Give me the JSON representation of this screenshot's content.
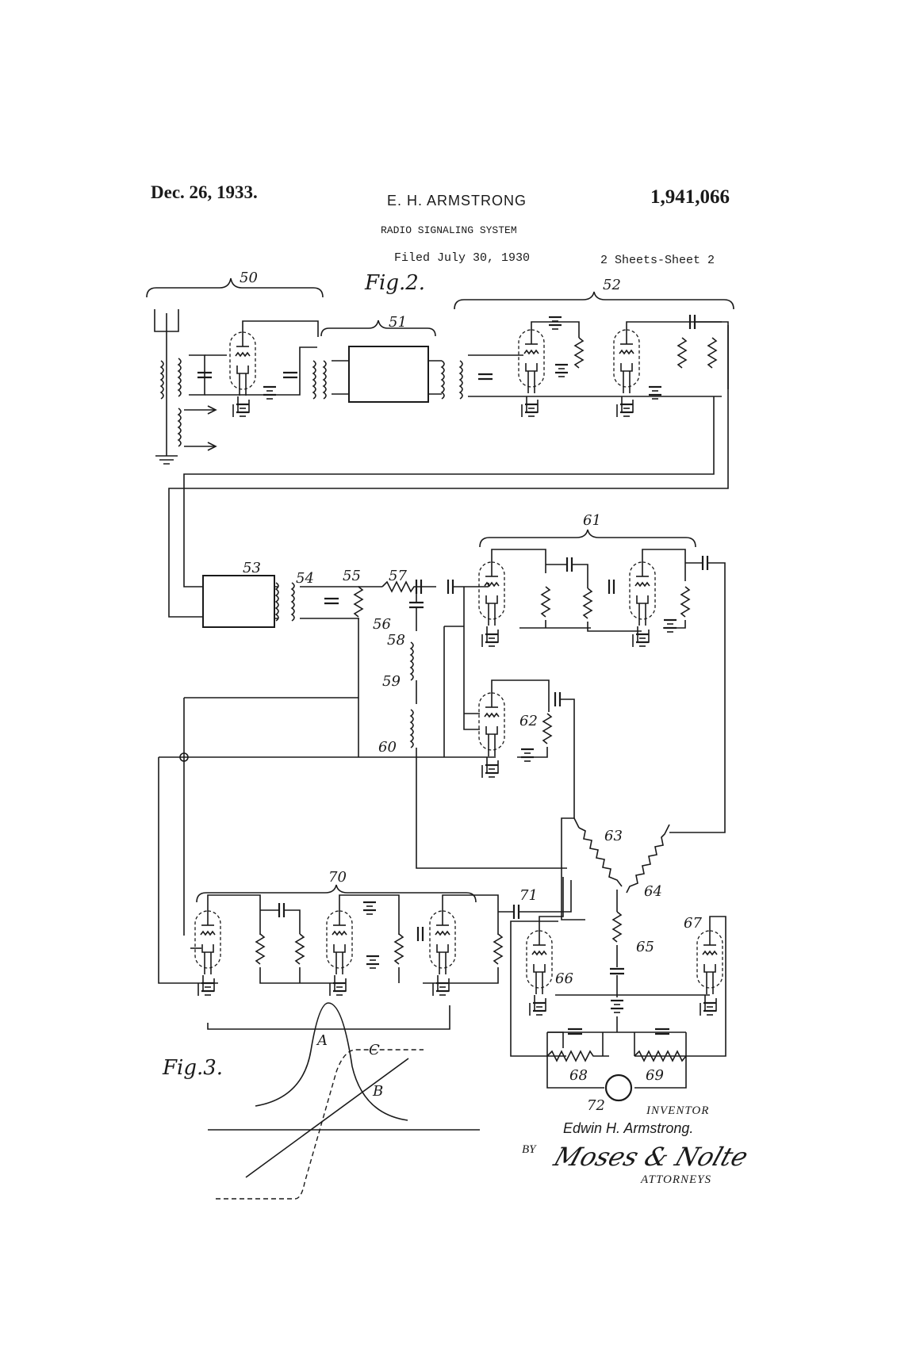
{
  "header": {
    "date": "Dec. 26, 1933.",
    "inventor": "E. H. ARMSTRONG",
    "patent_number": "1,941,066",
    "title": "RADIO SIGNALING SYSTEM",
    "filed": "Filed July 30, 1930",
    "sheets": "2 Sheets-Sheet 2"
  },
  "figures": {
    "fig2": "Fig.2.",
    "fig3": "Fig.3."
  },
  "reference_labels": {
    "l50": "50",
    "l51": "51",
    "l52": "52",
    "l53": "53",
    "l54": "54",
    "l55": "55",
    "l56": "56",
    "l57": "57",
    "l58": "58",
    "l59": "59",
    "l60": "60",
    "l61": "61",
    "l62": "62",
    "l63": "63",
    "l64": "64",
    "l65": "65",
    "l66": "66",
    "l67": "67",
    "l68": "68",
    "l69": "69",
    "l70": "70",
    "l71": "71",
    "l72": "72"
  },
  "curve_labels": {
    "a": "A",
    "b": "B",
    "c": "C"
  },
  "footer": {
    "inventor_label": "INVENTOR",
    "inventor_name": "Edwin H. Armstrong.",
    "by": "BY",
    "signature": "Moses & Nolte",
    "attorneys": "ATTORNEYS"
  }
}
